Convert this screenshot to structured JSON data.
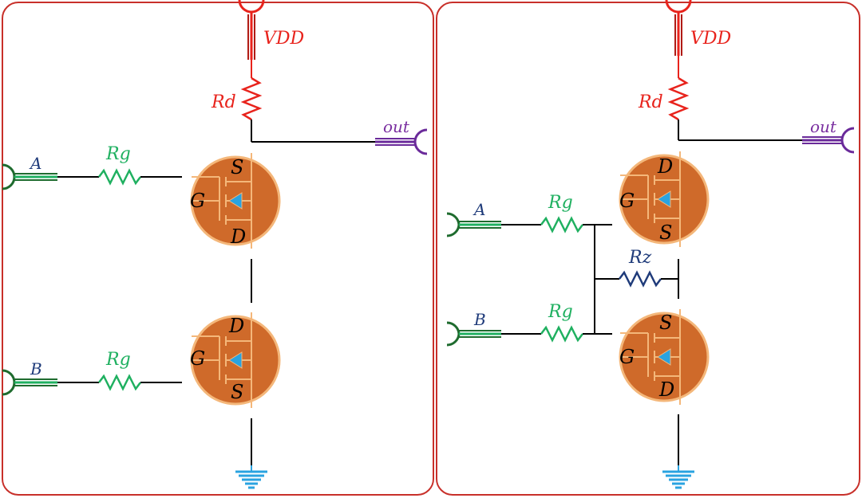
{
  "colors": {
    "frame": "#c8302a",
    "vdd": "#e8231c",
    "rd": "#e8231c",
    "rg": "#1fb060",
    "rz": "#1f3b7a",
    "input": "#1e6b2e",
    "output": "#6a2a9a",
    "ground": "#2aa3e0",
    "transistor_fill": "#cf6a2a",
    "transistor_ring": "#f4b77a"
  },
  "left": {
    "vdd_label": "VDD",
    "rd_label": "Rd",
    "out_label": "out",
    "input_a_label": "A",
    "input_b_label": "B",
    "rg_a_label": "Rg",
    "rg_b_label": "Rg",
    "t1": {
      "gate": "G",
      "top": "S",
      "bottom": "D"
    },
    "t2": {
      "gate": "G",
      "top": "D",
      "bottom": "S"
    }
  },
  "right": {
    "vdd_label": "VDD",
    "rd_label": "Rd",
    "out_label": "out",
    "input_a_label": "A",
    "input_b_label": "B",
    "rg_a_label": "Rg",
    "rg_b_label": "Rg",
    "rz_label": "Rz",
    "t1": {
      "gate": "G",
      "top": "D",
      "bottom": "S"
    },
    "t2": {
      "gate": "G",
      "top": "S",
      "bottom": "D"
    }
  }
}
